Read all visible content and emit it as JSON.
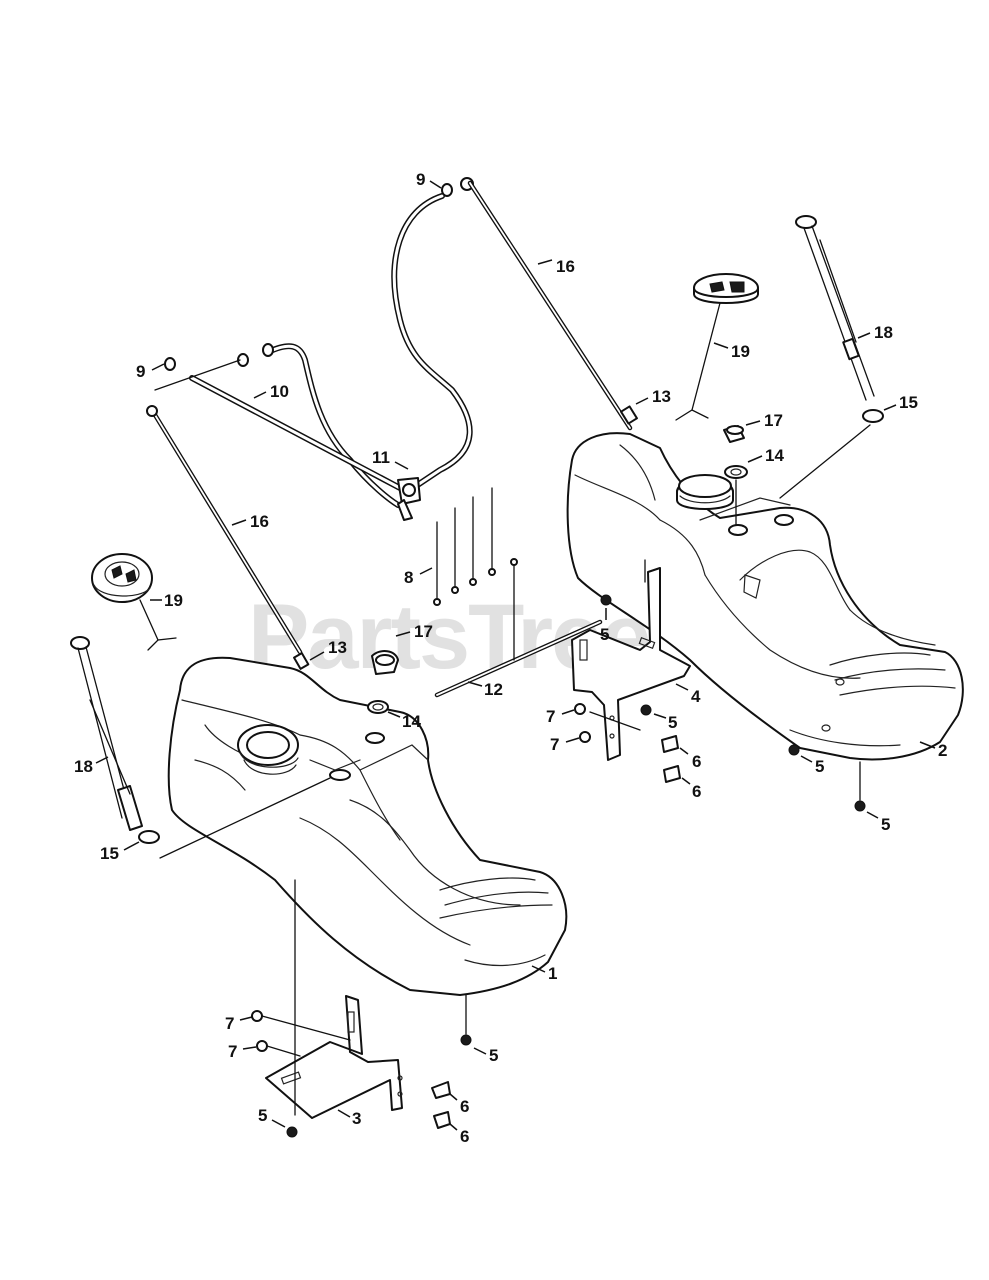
{
  "watermark": {
    "text": "PartsTree",
    "trademark": "™"
  },
  "callouts": [
    {
      "id": "c9a",
      "label": "9"
    },
    {
      "id": "c16a",
      "label": "16"
    },
    {
      "id": "c9b",
      "label": "9"
    },
    {
      "id": "c10",
      "label": "10"
    },
    {
      "id": "c11",
      "label": "11"
    },
    {
      "id": "c16b",
      "label": "16"
    },
    {
      "id": "c19a",
      "label": "19"
    },
    {
      "id": "c18a",
      "label": "18"
    },
    {
      "id": "c15a",
      "label": "15"
    },
    {
      "id": "c13a",
      "label": "13"
    },
    {
      "id": "c17a",
      "label": "17"
    },
    {
      "id": "c14a",
      "label": "14"
    },
    {
      "id": "c8",
      "label": "8"
    },
    {
      "id": "c12",
      "label": "12"
    },
    {
      "id": "c1",
      "label": "1"
    },
    {
      "id": "c7a",
      "label": "7"
    },
    {
      "id": "c7b",
      "label": "7"
    },
    {
      "id": "c5a",
      "label": "5"
    },
    {
      "id": "c5b",
      "label": "5"
    },
    {
      "id": "c3",
      "label": "3"
    },
    {
      "id": "c6a",
      "label": "6"
    },
    {
      "id": "c6b",
      "label": "6"
    },
    {
      "id": "c19b",
      "label": "19"
    },
    {
      "id": "c13b",
      "label": "13"
    },
    {
      "id": "c17b",
      "label": "17"
    },
    {
      "id": "c14b",
      "label": "14"
    },
    {
      "id": "c18b",
      "label": "18"
    },
    {
      "id": "c15b",
      "label": "15"
    },
    {
      "id": "c5c",
      "label": "5"
    },
    {
      "id": "c4",
      "label": "4"
    },
    {
      "id": "c5d",
      "label": "5"
    },
    {
      "id": "c7c",
      "label": "7"
    },
    {
      "id": "c7d",
      "label": "7"
    },
    {
      "id": "c6c",
      "label": "6"
    },
    {
      "id": "c6d",
      "label": "6"
    },
    {
      "id": "c5e",
      "label": "5"
    },
    {
      "id": "c2",
      "label": "2"
    },
    {
      "id": "c5f",
      "label": "5"
    }
  ]
}
